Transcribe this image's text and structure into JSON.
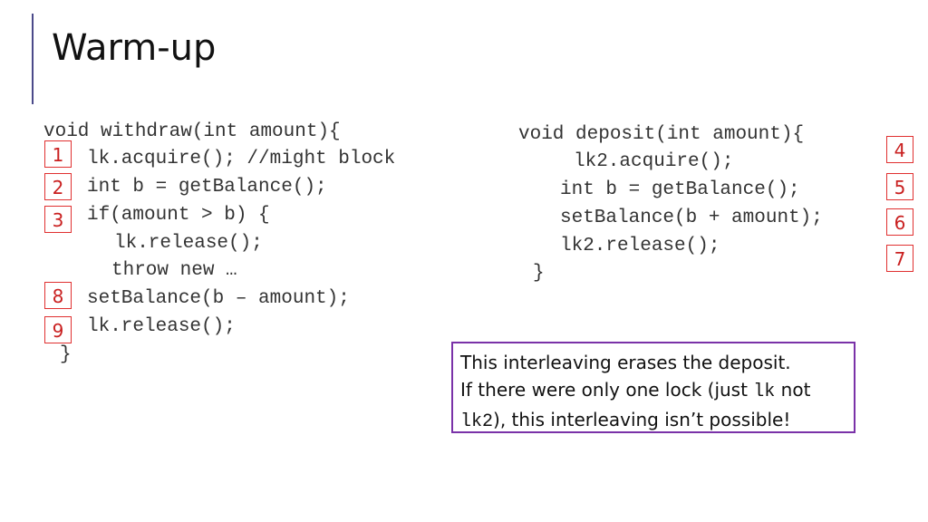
{
  "slide": {
    "title": "Warm-up",
    "withdraw": [
      "void withdraw(int amount){",
      "lk.acquire(); //might block",
      "int b = getBalance();",
      "if(amount > b) {",
      "lk.release();",
      "throw new …",
      "setBalance(b – amount);",
      "lk.release();",
      "}"
    ],
    "deposit": [
      "void deposit(int amount){",
      "lk2.acquire();",
      "int b = getBalance();",
      "setBalance(b + amount);",
      "lk2.release();",
      "}"
    ],
    "steps": [
      "1",
      "2",
      "3",
      "4",
      "5",
      "6",
      "7",
      "8",
      "9"
    ],
    "note": {
      "line1": "This interleaving erases the deposit.",
      "line2_a": "If there were only one lock (just ",
      "line2_code": "lk",
      "line2_b": " not",
      "line3_code": "lk2",
      "line3_b": "), this interleaving isn’t possible!"
    },
    "colors": {
      "accent": "#4b4a8a",
      "step": "#e03030",
      "note_border": "#7a32a8"
    }
  }
}
